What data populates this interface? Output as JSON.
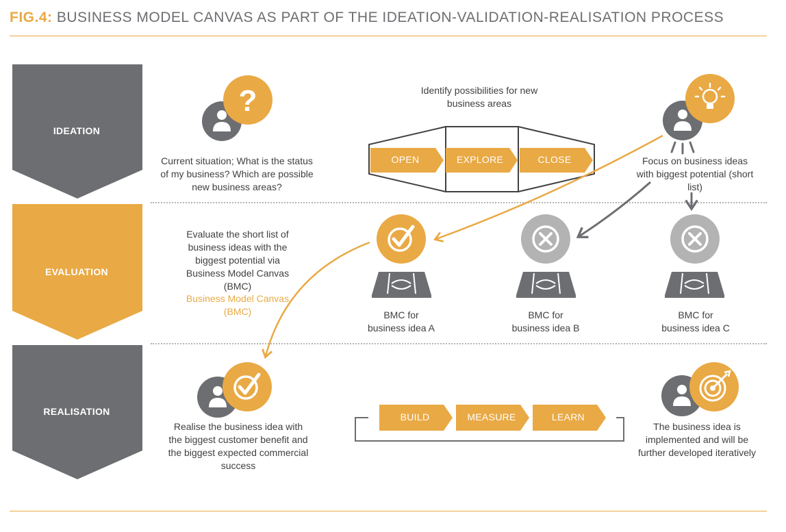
{
  "title": {
    "prefix": "FIG.4:",
    "text": "BUSINESS MODEL CANVAS AS PART OF THE IDEATION-VALIDATION-REALISATION PROCESS"
  },
  "phases": [
    {
      "label": "IDEATION",
      "color": "#6d6e71"
    },
    {
      "label": "EVALUATION",
      "color": "#e9a944"
    },
    {
      "label": "REALISATION",
      "color": "#6d6e71"
    }
  ],
  "ideation": {
    "current_situation": "Current situation; What is the status of my business? Which are possible new business areas?",
    "identify": "Identify possibilities for new business areas",
    "funnel_steps": [
      "OPEN",
      "EXPLORE",
      "CLOSE"
    ],
    "focus": "Focus on business ideas with biggest potential (short list)"
  },
  "evaluation": {
    "description": "Evaluate the short list of business ideas with the biggest potential via Business Model Canvas (BMC)",
    "highlight": "Business Model Canvas (BMC)",
    "bmc": [
      {
        "line1": "BMC for",
        "line2": "business idea A",
        "status": "check"
      },
      {
        "line1": "BMC for",
        "line2": "business idea B",
        "status": "cross"
      },
      {
        "line1": "BMC for",
        "line2": "business idea C",
        "status": "cross"
      }
    ]
  },
  "realisation": {
    "description": "Realise the business idea with the biggest customer benefit and the biggest expected commercial success",
    "loop_steps": [
      "BUILD",
      "MEASURE",
      "LEARN"
    ],
    "implemented": "The business idea is implemented and will be further developed iteratively"
  },
  "colors": {
    "accent": "#e9a944",
    "grey": "#6d6e71",
    "light_grey": "#b3b3b3"
  },
  "icons": [
    "question-mark-icon",
    "lightbulb-icon",
    "person-icon",
    "check-icon",
    "cross-icon",
    "canvas-icon",
    "target-icon"
  ]
}
